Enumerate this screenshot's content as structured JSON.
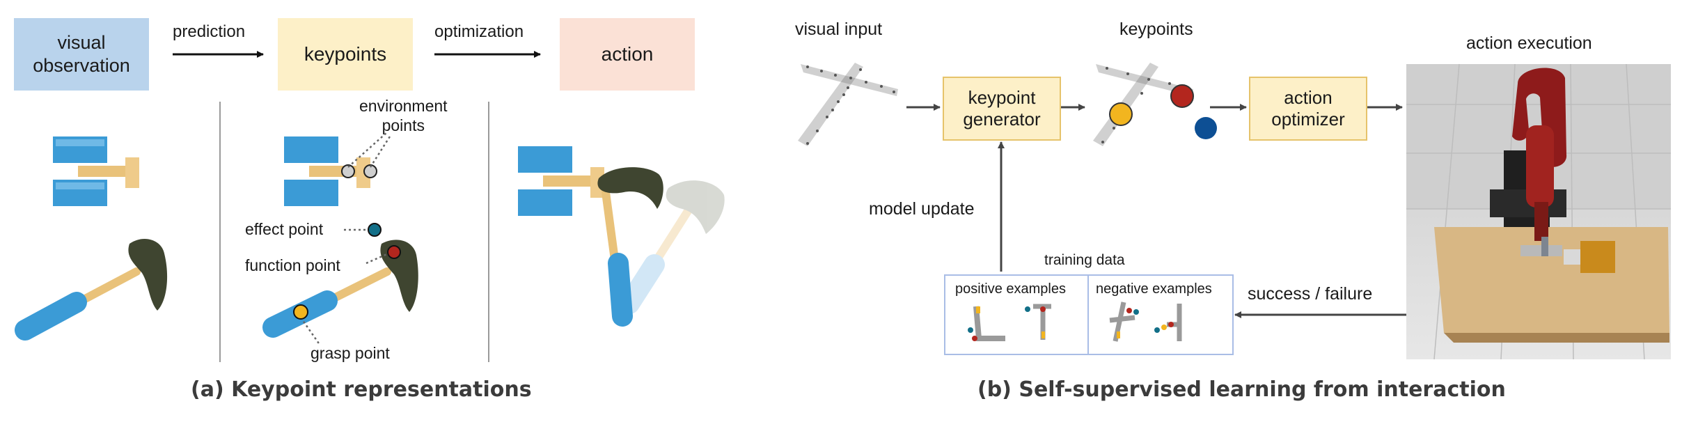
{
  "panel_a": {
    "flow": {
      "observation": "visual\nobservation",
      "arrow1_label": "prediction",
      "keypoints": "keypoints",
      "arrow2_label": "optimization",
      "action": "action"
    },
    "annotations": {
      "environment_points": "environment\npoints",
      "effect_point": "effect point",
      "function_point": "function point",
      "grasp_point": "grasp point"
    },
    "caption": "(a) Keypoint representations"
  },
  "panel_b": {
    "visual_input": "visual input",
    "keypoint_generator": "keypoint\ngenerator",
    "keypoints": "keypoints",
    "action_optimizer": "action\noptimizer",
    "action_execution": "action execution",
    "model_update": "model update",
    "training_data": "training data",
    "positive_examples": "positive examples",
    "negative_examples": "negative examples",
    "success_failure": "success / failure",
    "caption": "(b) Self-supervised learning from interaction"
  },
  "colors": {
    "observation_box": "#b9d3ec",
    "keypoints_box": "#fdf0c8",
    "action_box": "#fbe1d6",
    "module_box": "#fdf0c8",
    "module_border": "#e6c36a",
    "training_border": "#a9bde6",
    "tool_blue": "#3b9bd6",
    "handle_wood": "#e9c27a",
    "hammer_head": "#3f4530",
    "grasp_yellow": "#f2b51f",
    "function_red": "#b3261e",
    "effect_teal": "#126f88",
    "kp_blue": "#0d4f94"
  }
}
